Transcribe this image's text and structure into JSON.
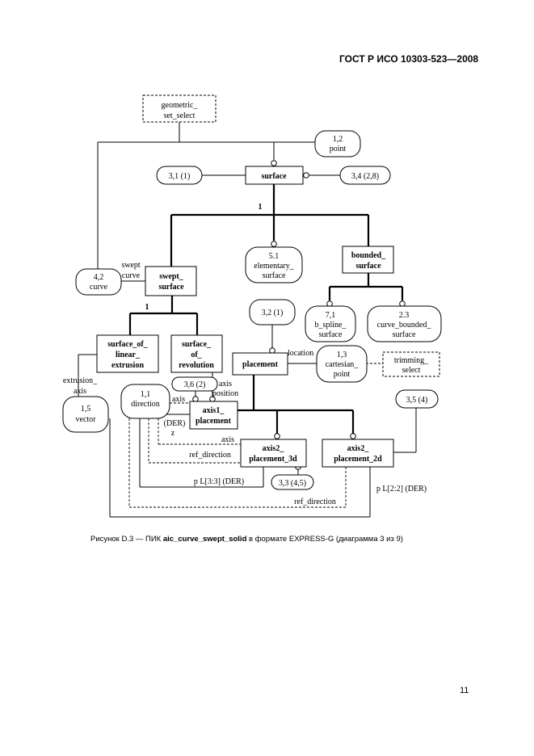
{
  "header": {
    "standard": "ГОСТ Р ИСО 10303-523—2008"
  },
  "footer": {
    "page_number": "11"
  },
  "caption": {
    "prefix": "Рисунок D.3 — ПИК ",
    "bold": "aic_curve_swept_solid",
    "suffix": " в формате EXPRESS-G (диаграмма 3 из 9)"
  },
  "entities": {
    "surface": "surface",
    "swept_surface": [
      "swept_",
      "surface"
    ],
    "bounded_surface": [
      "bounded_",
      "surface"
    ],
    "surface_of_linear_extrusion": [
      "surface_of_",
      "linear_",
      "extrusion"
    ],
    "surface_of_revolution": [
      "surface_",
      "of_",
      "revolution"
    ],
    "placement": "placement",
    "axis1_placement": [
      "axis1_",
      "placement"
    ],
    "axis2_placement_3d": [
      "axis2_",
      "placement_3d"
    ],
    "axis2_placement_2d": [
      "axis2_",
      "placement_2d"
    ]
  },
  "select_types": {
    "geometric_set_select": [
      "geometric_",
      "set_select"
    ],
    "trimming_select": [
      "trimming_",
      "select"
    ]
  },
  "page_refs": {
    "point_1_2": [
      "1,2",
      "point"
    ],
    "ref_3_1": "3,1 (1)",
    "ref_3_4": "3,4 (2,8)",
    "elementary_surface": [
      "5.1",
      "elementary_",
      "surface"
    ],
    "curve_4_2": [
      "4,2",
      "curve"
    ],
    "ref_3_2": "3,2 (1)",
    "b_spline_surface": [
      "7,1",
      "b_spline_",
      "surface"
    ],
    "curve_bounded_surface": [
      "2.3",
      "curve_bounded_",
      "surface"
    ],
    "cartesian_point": [
      "1,3",
      "cartesian_",
      "point"
    ],
    "ref_3_6": "3,6 (2)",
    "direction": [
      "1,1",
      "direction"
    ],
    "vector": [
      "1,5",
      "vector"
    ],
    "ref_3_5": "3,5 (4)",
    "ref_3_3": "3,3 (4,5)"
  },
  "labels": {
    "one_top": "1",
    "one_swept": "1",
    "swept_curve": [
      "swept",
      "curve"
    ],
    "extrusion_axis": [
      "extrusion_",
      "axis"
    ],
    "location": "location",
    "axis_position": [
      "axis",
      "position"
    ],
    "axis_small": "axis",
    "der_z": [
      "(DER)",
      "z"
    ],
    "axis_to_direction": "axis",
    "ref_direction_3d": "ref_direction",
    "p_3_3": "p L[3:3] (DER)",
    "p_2_2": "p L[2:2] (DER)",
    "ref_direction_2d": "ref_direction"
  }
}
